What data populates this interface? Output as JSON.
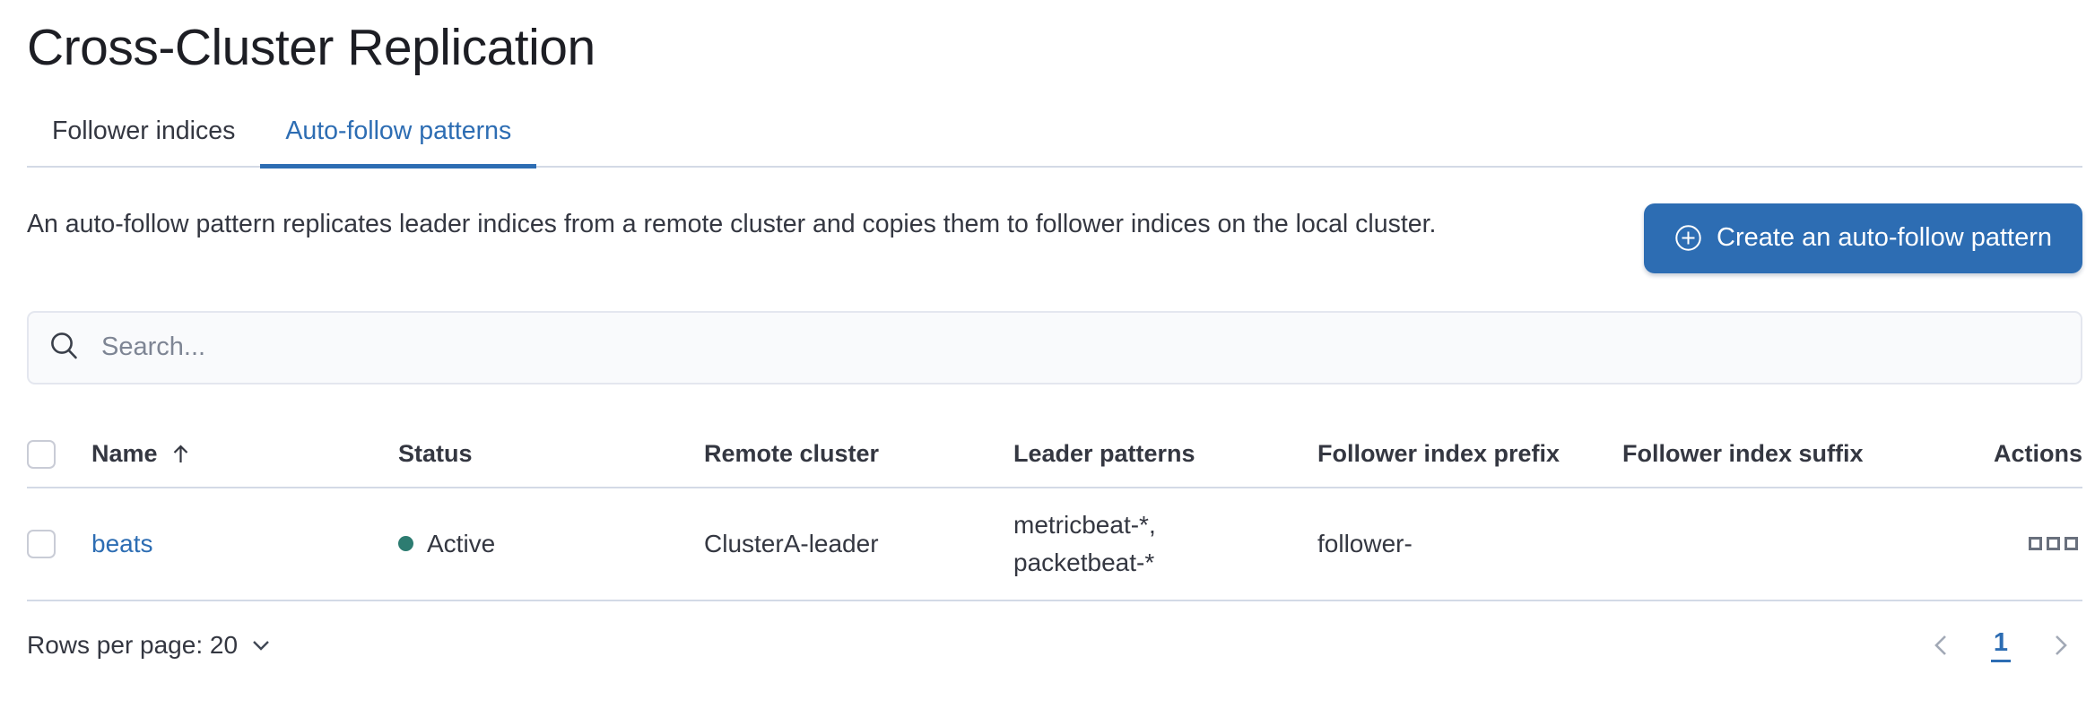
{
  "page": {
    "title": "Cross-Cluster Replication"
  },
  "tabs": [
    {
      "label": "Follower indices",
      "active": false
    },
    {
      "label": "Auto-follow patterns",
      "active": true
    }
  ],
  "intro": {
    "description": "An auto-follow pattern replicates leader indices from a remote cluster and copies them to follower indices on the local cluster.",
    "create_button_label": "Create an auto-follow pattern",
    "create_button_icon": "plus-in-circle-icon"
  },
  "search": {
    "placeholder": "Search...",
    "icon": "search-icon"
  },
  "table": {
    "columns": [
      "Name",
      "Status",
      "Remote cluster",
      "Leader patterns",
      "Follower index prefix",
      "Follower index suffix",
      "Actions"
    ],
    "sort": {
      "column": "Name",
      "direction": "ascending",
      "icon": "sort-ascending-arrow-icon"
    },
    "rows": [
      {
        "name": "beats",
        "status": "Active",
        "remote_cluster": "ClusterA-leader",
        "leader_patterns": "metricbeat-*, packetbeat-*",
        "follower_index_prefix": "follower-",
        "follower_index_suffix": "",
        "actions_icon": "boxes-horizontal-icon"
      }
    ]
  },
  "footer": {
    "rows_per_page_label": "Rows per page: 20",
    "current_page": "1"
  },
  "colors": {
    "accent": "#2d6db3",
    "status_active": "#2d7c71",
    "divider": "#d3dae6",
    "icon_gray": "#69707d",
    "pagination_disabled": "#a2a9b6"
  }
}
